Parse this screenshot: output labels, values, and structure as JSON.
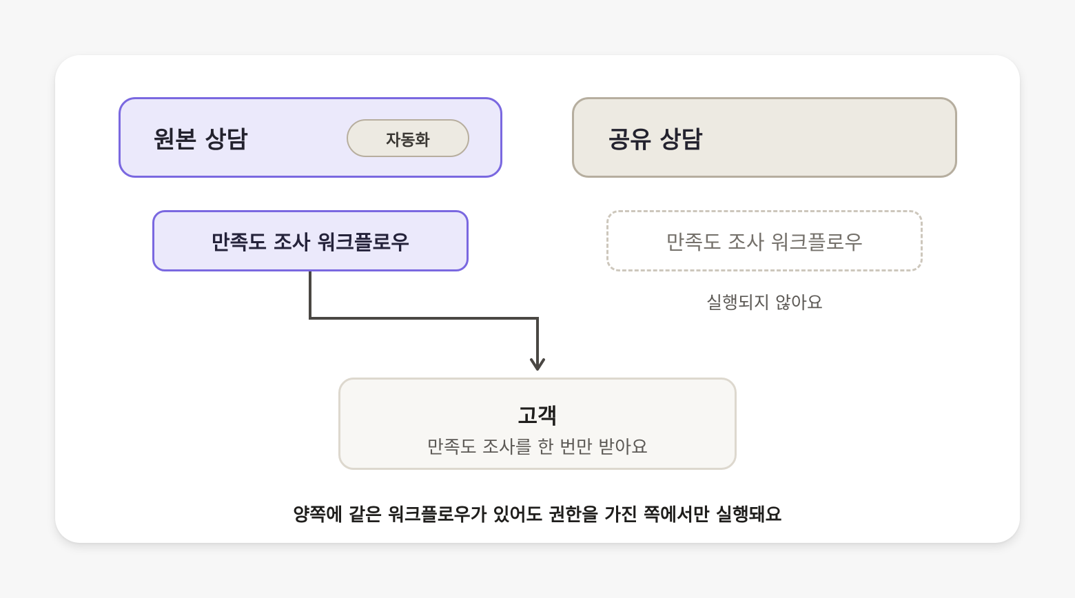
{
  "origin": {
    "title": "원본 상담",
    "badge": "자동화",
    "workflow": "만족도 조사 워크플로우"
  },
  "shared": {
    "title": "공유 상담",
    "workflow": "만족도 조사 워크플로우",
    "status": "실행되지 않아요"
  },
  "customer": {
    "title": "고객",
    "description": "만족도 조사를 한 번만 받아요"
  },
  "footnote": "양쪽에 같은 워크플로우가 있어도 권한을 가진 쪽에서만 실행돼요",
  "colors": {
    "accent": "#7a68e0",
    "accent_fill": "#ebe9fb",
    "shared_border": "#b6ae9f",
    "shared_fill": "#edeae2",
    "arrow": "#4a4743"
  }
}
